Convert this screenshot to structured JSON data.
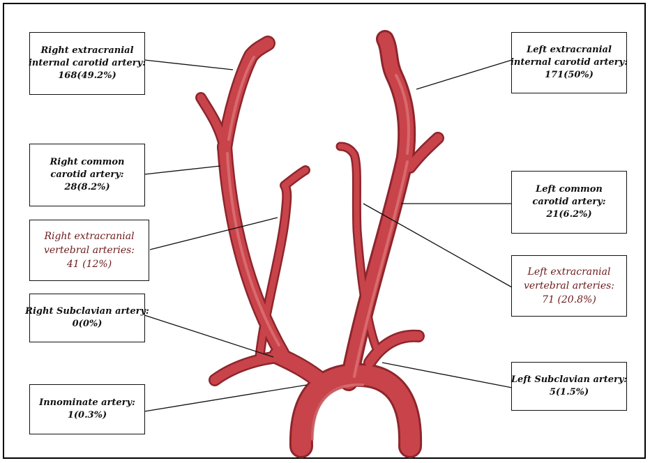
{
  "colors": {
    "artery_fill": "#c8444a",
    "artery_shade": "#9c2a31",
    "artery_highlight": "#e3767a",
    "leader_line": "#111111",
    "accent_text": "#6b1a1a"
  },
  "labels": {
    "right_ica": {
      "line1": "Right extracranial",
      "line2": "internal carotid artery:",
      "line3": "168(49.2%)"
    },
    "left_ica": {
      "line1": "Left extracranial",
      "line2": "internal carotid artery:",
      "line3": "171(50%)"
    },
    "right_cca": {
      "line1": "Right common",
      "line2": "carotid artery:",
      "line3": "28(8.2%)"
    },
    "left_cca": {
      "line1": "Left common",
      "line2": "carotid artery:",
      "line3": "21(6.2%)"
    },
    "right_va": {
      "line1": "Right extracranial",
      "line2": "vertebral arteries:",
      "line3": "41 (12%)"
    },
    "left_va": {
      "line1": "Left extracranial",
      "line2": "vertebral arteries:",
      "line3": "71 (20.8%)"
    },
    "right_subclavian": {
      "line1": "Right Subclavian artery:",
      "line2": "0(0%)"
    },
    "left_subclavian": {
      "line1": "Left Subclavian artery:",
      "line2": "5(1.5%)"
    },
    "innominate": {
      "line1": "Innominate artery:",
      "line2": "1(0.3%)"
    }
  }
}
